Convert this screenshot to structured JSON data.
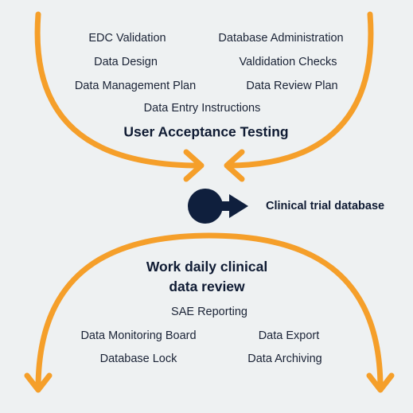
{
  "colors": {
    "arrow": "#f59f2a",
    "node": "#0f1f3d",
    "background": "#eef1f2",
    "text": "#1a2336"
  },
  "top_section": {
    "items": [
      "EDC Validation",
      "Database Administration",
      "Data Design",
      "Valdidation Checks",
      "Data Management Plan",
      "Data Review Plan",
      "Data Entry Instructions"
    ],
    "heading": "User Acceptance Testing"
  },
  "center": {
    "node_icon": "database-node-icon",
    "label": "Clinical trial database"
  },
  "bottom_section": {
    "heading_line1": "Work daily clinical",
    "heading_line2": "data review",
    "items": [
      "SAE Reporting",
      "Data Monitoring Board",
      "Data Export",
      "Database Lock",
      "Data Archiving"
    ]
  }
}
